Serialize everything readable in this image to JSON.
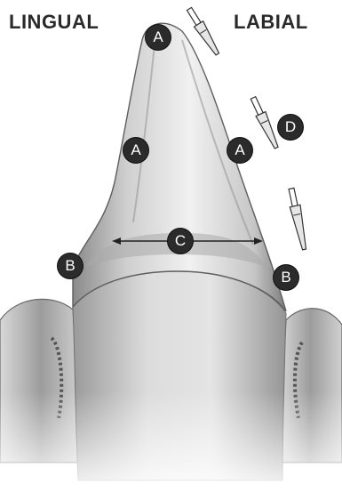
{
  "headings": {
    "lingual": "LINGUAL",
    "labial": "LABIAL"
  },
  "markers": [
    {
      "id": "A",
      "label": "A"
    },
    {
      "id": "A",
      "label": "A"
    },
    {
      "id": "A",
      "label": "A"
    },
    {
      "id": "B",
      "label": "B"
    },
    {
      "id": "B",
      "label": "B"
    },
    {
      "id": "C",
      "label": "C"
    },
    {
      "id": "D",
      "label": "D"
    }
  ],
  "colors": {
    "tooth_light": "#ececec",
    "tooth_mid": "#bdbdbd",
    "tooth_dark": "#6e6e6e",
    "marker_fill": "#2b2b2b",
    "marker_text": "#ffffff",
    "heading_text": "#2a2a2a"
  },
  "icons": [
    "probe-tip-icon",
    "probe-tip-icon",
    "probe-tip-icon",
    "double-arrow-icon"
  ]
}
